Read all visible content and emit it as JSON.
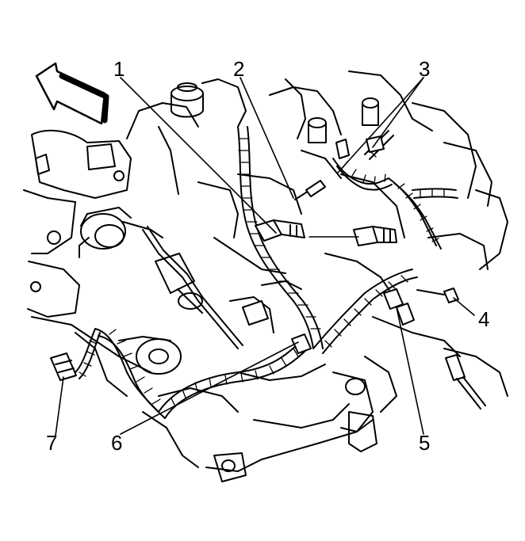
{
  "figure": {
    "background_color": "#ffffff",
    "line_color": "#000000",
    "direction_arrow": "front-direction-arrow",
    "callouts": [
      {
        "id": "1",
        "label": "1"
      },
      {
        "id": "2",
        "label": "2"
      },
      {
        "id": "3",
        "label": "3"
      },
      {
        "id": "4",
        "label": "4"
      },
      {
        "id": "5",
        "label": "5"
      },
      {
        "id": "6",
        "label": "6"
      },
      {
        "id": "7",
        "label": "7"
      }
    ]
  }
}
